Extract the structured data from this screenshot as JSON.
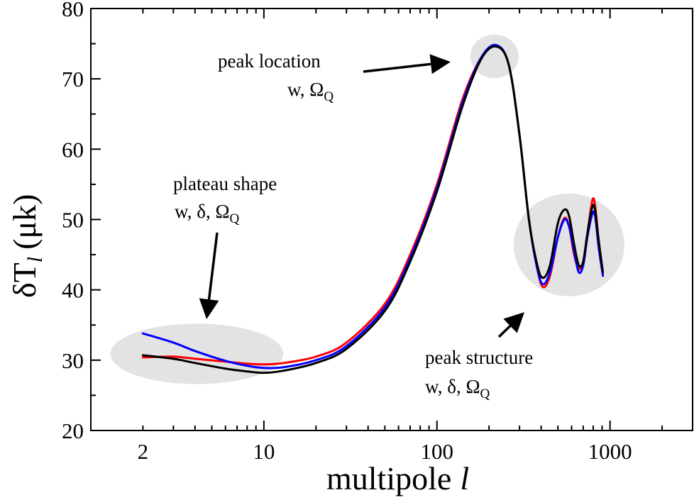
{
  "chart_data": {
    "type": "line",
    "x_scale": "log",
    "xlim": [
      1,
      3000
    ],
    "ylim": [
      20,
      80
    ],
    "grid": false,
    "legend": "none",
    "xlabel_main": "multipole",
    "xlabel_symbol": "l",
    "ylabel_main": "δT",
    "ylabel_sub": "l",
    "ylabel_unit": "(μk)",
    "x_ticks": [
      {
        "value": 2,
        "label": "2"
      },
      {
        "value": 10,
        "label": "10"
      },
      {
        "value": 100,
        "label": "100"
      },
      {
        "value": 1000,
        "label": "1000"
      }
    ],
    "y_ticks": [
      {
        "value": 20,
        "label": "20"
      },
      {
        "value": 30,
        "label": "30"
      },
      {
        "value": 40,
        "label": "40"
      },
      {
        "value": 50,
        "label": "50"
      },
      {
        "value": 60,
        "label": "60"
      },
      {
        "value": 70,
        "label": "70"
      },
      {
        "value": 80,
        "label": "80"
      }
    ],
    "series": [
      {
        "color": "#ff0000",
        "points": [
          [
            2,
            30.4
          ],
          [
            3,
            30.5
          ],
          [
            4,
            30.2
          ],
          [
            6,
            29.8
          ],
          [
            8,
            29.5
          ],
          [
            10,
            29.4
          ],
          [
            13,
            29.6
          ],
          [
            20,
            30.5
          ],
          [
            30,
            32.5
          ],
          [
            50,
            38
          ],
          [
            70,
            45
          ],
          [
            100,
            55
          ],
          [
            140,
            67
          ],
          [
            180,
            73
          ],
          [
            220,
            74.7
          ],
          [
            260,
            72
          ],
          [
            300,
            62
          ],
          [
            340,
            50
          ],
          [
            380,
            43
          ],
          [
            410,
            40.4
          ],
          [
            450,
            42
          ],
          [
            500,
            47.5
          ],
          [
            545,
            50.2
          ],
          [
            580,
            49
          ],
          [
            620,
            45
          ],
          [
            660,
            43
          ],
          [
            700,
            44
          ],
          [
            740,
            48
          ],
          [
            790,
            52.7
          ],
          [
            820,
            52
          ],
          [
            860,
            47
          ],
          [
            910,
            42
          ]
        ]
      },
      {
        "color": "#0000ff",
        "points": [
          [
            2,
            33.8
          ],
          [
            3,
            32.5
          ],
          [
            4,
            31.3
          ],
          [
            6,
            29.9
          ],
          [
            8,
            29.2
          ],
          [
            10,
            28.9
          ],
          [
            13,
            29
          ],
          [
            20,
            30
          ],
          [
            30,
            32
          ],
          [
            50,
            37.5
          ],
          [
            70,
            44.5
          ],
          [
            100,
            54.5
          ],
          [
            140,
            66.5
          ],
          [
            180,
            73
          ],
          [
            220,
            74.8
          ],
          [
            260,
            72
          ],
          [
            300,
            62
          ],
          [
            340,
            50
          ],
          [
            380,
            43
          ],
          [
            410,
            40.8
          ],
          [
            450,
            42.5
          ],
          [
            500,
            47.5
          ],
          [
            545,
            50
          ],
          [
            580,
            49
          ],
          [
            620,
            45.5
          ],
          [
            660,
            42.5
          ],
          [
            700,
            43.5
          ],
          [
            740,
            47.5
          ],
          [
            790,
            50.8
          ],
          [
            820,
            50.5
          ],
          [
            860,
            46
          ],
          [
            910,
            42
          ]
        ]
      },
      {
        "color": "#000000",
        "points": [
          [
            2,
            30.7
          ],
          [
            3,
            30.2
          ],
          [
            4,
            29.6
          ],
          [
            6,
            28.8
          ],
          [
            8,
            28.4
          ],
          [
            10,
            28.2
          ],
          [
            13,
            28.5
          ],
          [
            20,
            29.6
          ],
          [
            30,
            31.6
          ],
          [
            50,
            37
          ],
          [
            70,
            44
          ],
          [
            100,
            54
          ],
          [
            140,
            66
          ],
          [
            180,
            72.8
          ],
          [
            220,
            74.6
          ],
          [
            260,
            72
          ],
          [
            300,
            62
          ],
          [
            340,
            50
          ],
          [
            380,
            43.5
          ],
          [
            410,
            41.7
          ],
          [
            450,
            43.5
          ],
          [
            500,
            49.5
          ],
          [
            545,
            51.4
          ],
          [
            580,
            50.5
          ],
          [
            620,
            46.5
          ],
          [
            660,
            43.5
          ],
          [
            700,
            44
          ],
          [
            740,
            48
          ],
          [
            790,
            51.8
          ],
          [
            820,
            51.3
          ],
          [
            860,
            47
          ],
          [
            910,
            42.5
          ]
        ]
      }
    ],
    "highlights": [
      {
        "cx": 4.1,
        "cy": 30.9,
        "rx_decades": 0.5,
        "ry": 4.3
      },
      {
        "cx": 215,
        "cy": 73.2,
        "rx_decades": 0.14,
        "ry": 3.1
      },
      {
        "cx": 580,
        "cy": 46.4,
        "rx_decades": 0.32,
        "ry": 7.3
      }
    ],
    "annotations": [
      {
        "line1": "peak location",
        "line2_main": "w, Ω",
        "line2_sub": "Q"
      },
      {
        "line1": "plateau shape",
        "line2_main": "w, δ, Ω",
        "line2_sub": "Q"
      },
      {
        "line1": "peak structure",
        "line2_main": "w, δ, Ω",
        "line2_sub": "Q"
      }
    ]
  }
}
